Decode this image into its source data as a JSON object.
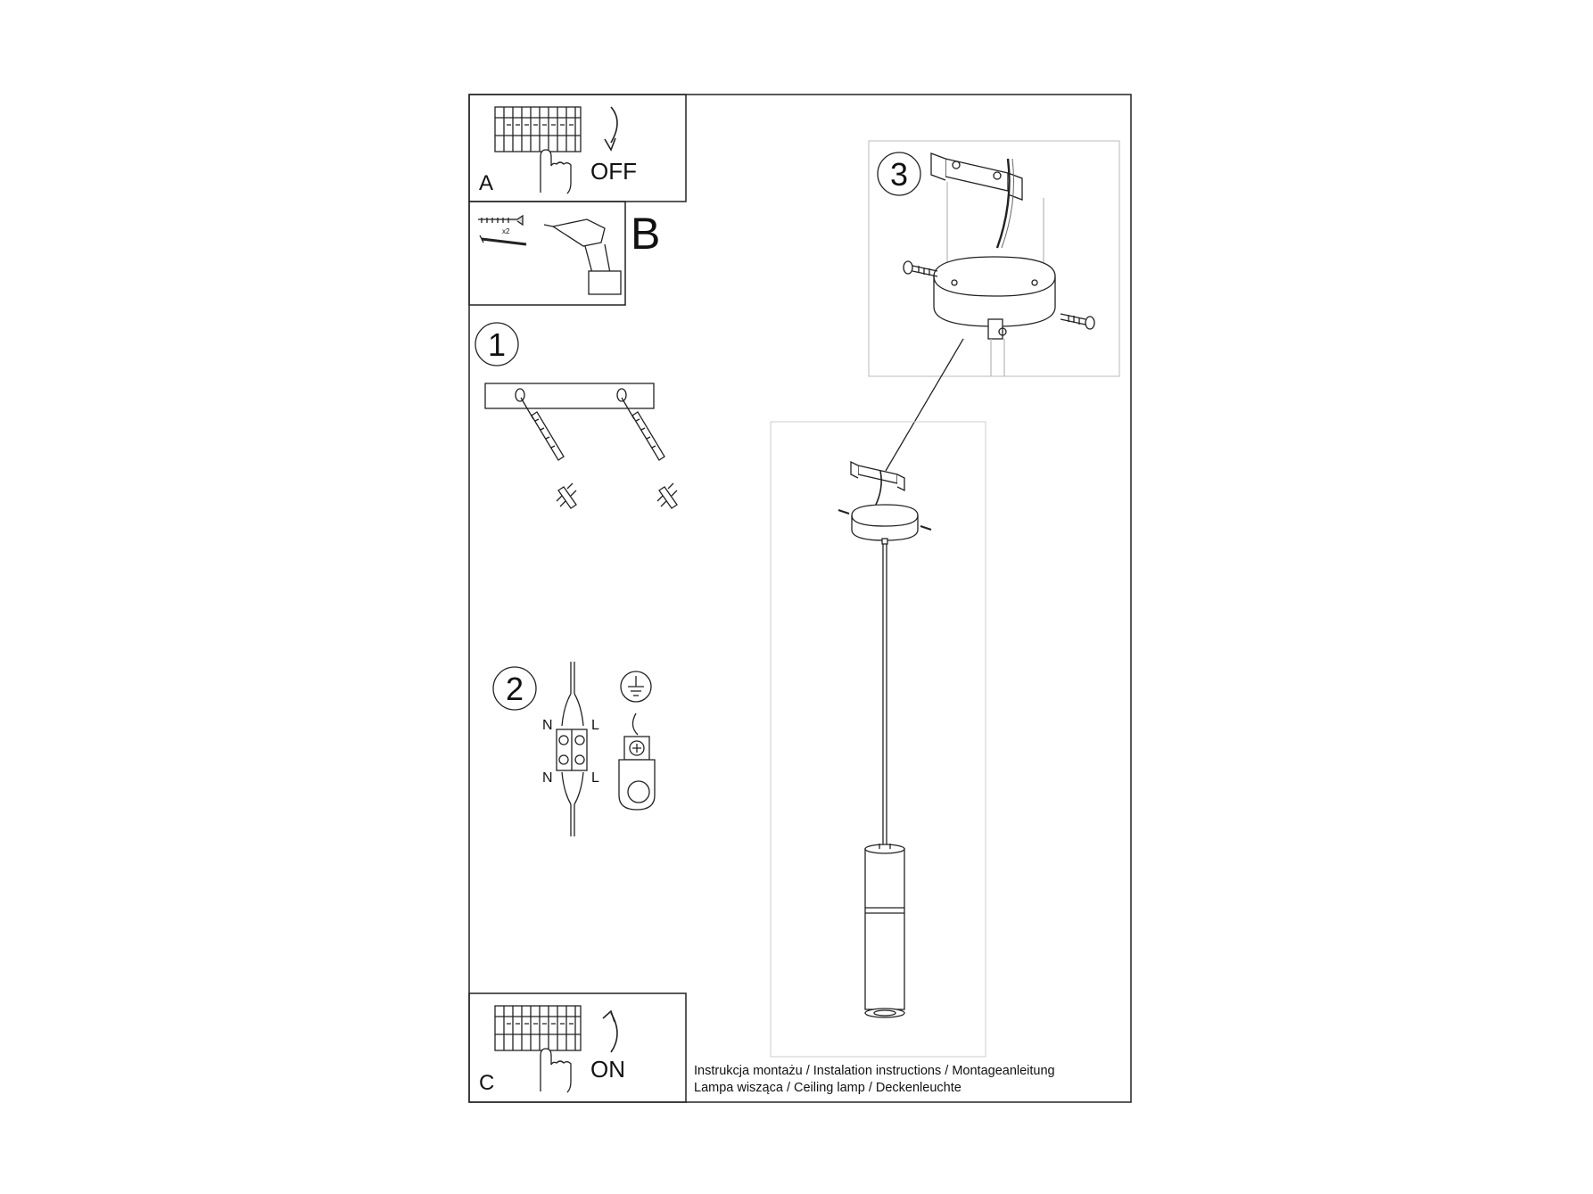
{
  "panels": {
    "a": {
      "letter": "A",
      "action": "OFF"
    },
    "b": {
      "letter": "B",
      "anchor_qty": "x2"
    },
    "c": {
      "letter": "C",
      "action": "ON"
    }
  },
  "steps": {
    "step1": "1",
    "step2": "2",
    "step3": "3"
  },
  "wiring": {
    "n_top": "N",
    "l_top": "L",
    "n_bottom": "N",
    "l_bottom": "L"
  },
  "caption": {
    "line1": "Instrukcja montażu / Instalation instructions / Montageanleitung",
    "line2": "Lampa wisząca / Ceiling lamp / Deckenleuchte"
  }
}
